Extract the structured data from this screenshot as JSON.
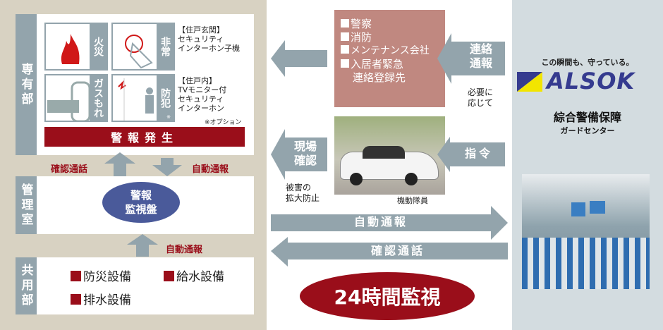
{
  "left": {
    "private": {
      "label": "専有部",
      "icons": [
        {
          "label": "火災",
          "name": "fire"
        },
        {
          "label": "非常",
          "name": "emergency-button"
        },
        {
          "label": "ガスもれ",
          "name": "gas-leak"
        },
        {
          "label": "防犯",
          "name": "crime-prevention",
          "mark": "※"
        }
      ],
      "entrance_title": "【住戸玄関】",
      "entrance_lines": [
        "セキュリティ",
        "インターホン子機"
      ],
      "inside_title": "【住戸内】",
      "inside_lines": [
        "TVモニター付",
        "セキュリティ",
        "インターホン"
      ],
      "option_note": "※オプション",
      "alarm": "警報発生"
    },
    "confirm_call": "確認通話",
    "auto_report": "自動通報",
    "management": {
      "label": "管理室",
      "panel": [
        "警報",
        "監視盤"
      ]
    },
    "auto_report2": "自動通報",
    "common": {
      "label": "共用部",
      "items": [
        "防災設備",
        "給水設備",
        "排水設備"
      ]
    }
  },
  "middle": {
    "contacts": [
      "警察",
      "消防",
      "メンテナンス会社",
      "入居者緊急"
    ],
    "contacts_cont": "連絡登録先",
    "contact_arrow": [
      "連絡",
      "通報"
    ],
    "as_needed": [
      "必要に",
      "応じて"
    ],
    "onsite_arrow": [
      "現場",
      "確認"
    ],
    "damage_note": [
      "被害の",
      "拡大防止"
    ],
    "command_arrow": "指令",
    "car_caption": "機動隊員",
    "auto_report": "自動通報",
    "confirm_call": "確認通話",
    "monitoring": "24時間監視"
  },
  "right": {
    "tagline": "この瞬間も、守っている。",
    "logo": "ALSOK",
    "company": "綜合警備保障",
    "center": "ガードセンター"
  },
  "colors": {
    "red": "#9a0e1a",
    "gray": "#93a4ac",
    "pink": "#c08880",
    "navy": "#353b8f",
    "yellow": "#f2e500"
  }
}
